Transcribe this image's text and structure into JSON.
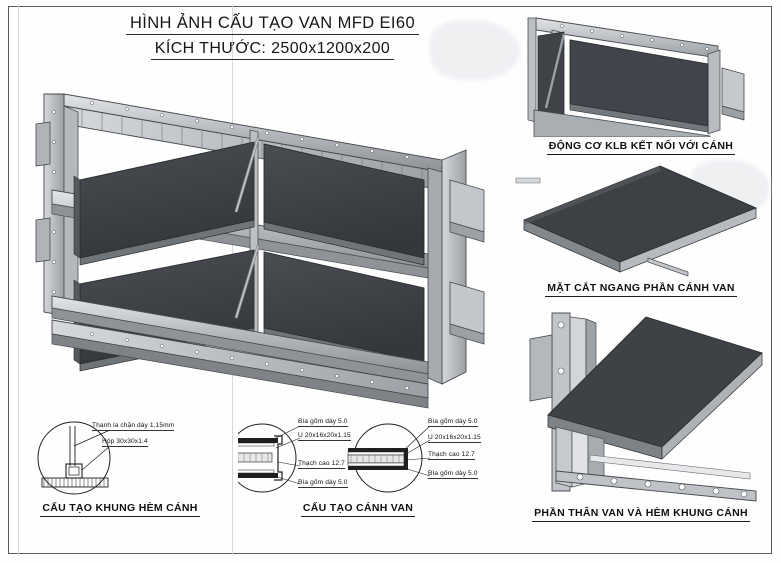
{
  "document": {
    "type": "technical-drawing",
    "title_line1": "HÌNH ẢNH CẤU TẠO VAN MFD EI60",
    "title_line2": "KÍCH THƯỚC: 2500x1200x200"
  },
  "figures": {
    "main": {
      "name": "main-assembly-isometric",
      "blade_rows": 2,
      "blade_cols": 2,
      "blade_color": "#3f4247",
      "frame_color": "#b9bcc0"
    },
    "detail_motor": {
      "caption": "ĐỘNG CƠ KLB KẾT NỐI VỚI CÁNH"
    },
    "detail_blade_section": {
      "caption": "MẶT CẮT NGANG PHẦN CÁNH VAN"
    },
    "detail_body_frame": {
      "caption": "PHẦN THÂN VAN VÀ HÈM KHUNG CÁNH"
    },
    "detail_frame_construction": {
      "caption": "CẤU TẠO KHUNG HÈM CÁNH",
      "labels": [
        "Thanh la chặn dày 1.15mm",
        "Hộp 30x30x1.4"
      ]
    },
    "detail_blade_construction": {
      "caption": "CẤU TẠO CÁNH VAN",
      "labels_left": [
        "Bìa gốm dày 5.0",
        "U 20x16x20x1.15",
        "Thạch cao 12.7",
        "Bìa gốm dày 5.0"
      ],
      "labels_right": [
        "Bìa gốm dày 5.0",
        "U 20x16x20x1.15",
        "Thạch cao 12.7",
        "Bìa gốm dày 5.0"
      ]
    }
  },
  "colors": {
    "paper": "#fefefe",
    "border": "#5a5a5a",
    "blade_dark": "#3f4247",
    "metal_light": "#c9ccd0",
    "metal_mid": "#9ea2a7",
    "ink": "#1b1b1b"
  }
}
